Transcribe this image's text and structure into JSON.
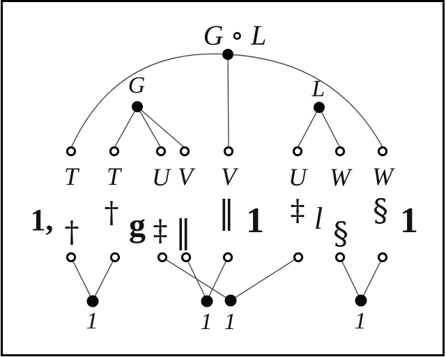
{
  "figure": {
    "root_label": "G ∘ L",
    "inner_nodes": {
      "left": "G",
      "right": "L"
    },
    "upper_leaves": [
      "T",
      "T",
      "U",
      "V",
      "V",
      "U",
      "W",
      "W"
    ],
    "middle_symbols": [
      {
        "name": "bold-one-comma",
        "glyph": "1,"
      },
      {
        "name": "dagger",
        "glyph": "†"
      },
      {
        "name": "dagger",
        "glyph": "†"
      },
      {
        "name": "fraktur-g",
        "glyph": "g"
      },
      {
        "name": "double-dagger",
        "glyph": "‡"
      },
      {
        "name": "double-bar",
        "glyph": "‖"
      },
      {
        "name": "double-bar",
        "glyph": "‖"
      },
      {
        "name": "bold-one",
        "glyph": "1"
      },
      {
        "name": "double-dagger",
        "glyph": "‡"
      },
      {
        "name": "italic-l",
        "glyph": "l"
      },
      {
        "name": "section-sign",
        "glyph": "§"
      },
      {
        "name": "section-sign",
        "glyph": "§"
      },
      {
        "name": "bold-one",
        "glyph": "1"
      }
    ],
    "unit_labels": [
      "1",
      "1",
      "1",
      "1"
    ]
  },
  "colors": {
    "background": "#ffffff",
    "border": "#000000",
    "ink": "#131313",
    "edge": "#454545"
  }
}
